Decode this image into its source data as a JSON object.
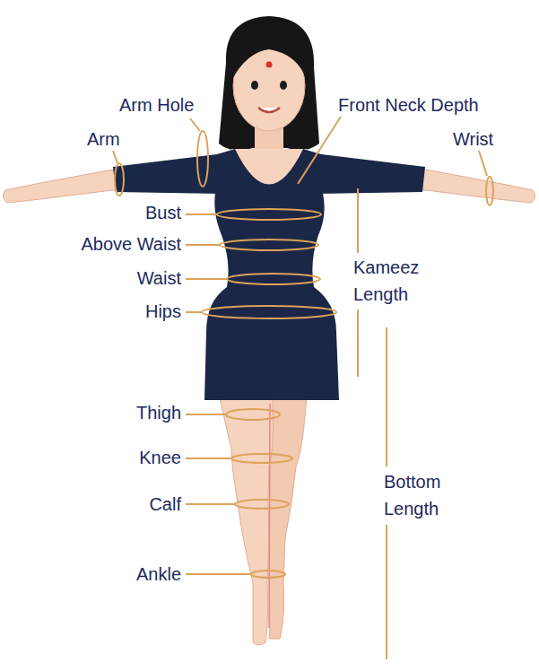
{
  "diagram": {
    "labels": [
      "Arm Hole",
      "Front Neck Depth",
      "Arm",
      "Wrist",
      "Bust",
      "Above Waist",
      "Waist",
      "Hips",
      "Kameez Length",
      "Thigh",
      "Knee",
      "Calf",
      "Bottom Length",
      "Ankle"
    ]
  }
}
